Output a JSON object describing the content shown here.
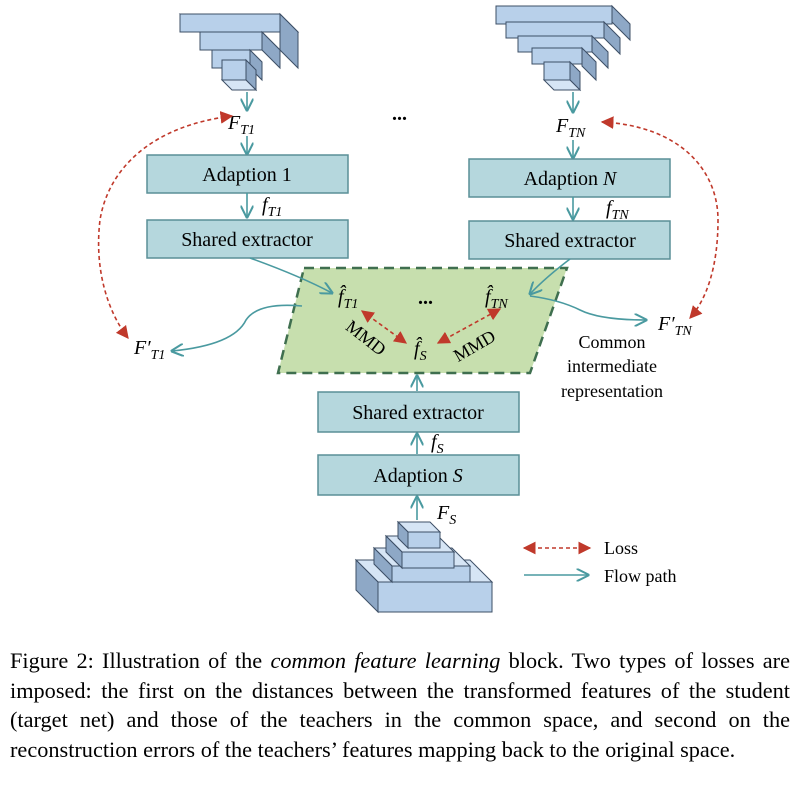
{
  "diagram": {
    "teacher1_feature": "F",
    "teacher1_feature_sub": "T1",
    "teacherN_feature": "F",
    "teacherN_feature_sub": "TN",
    "top_ellipsis": "...",
    "adaption1": "Adaption 1",
    "adaptionN_text": "Adaption ",
    "adaptionN_var": "N",
    "f_T1": "f",
    "f_T1_sub": "T1",
    "f_TN": "f",
    "f_TN_sub": "TN",
    "shared_extractor": "Shared extractor",
    "hat_fT1": "f̂",
    "hat_fT1_sub": "T1",
    "hat_fTN": "f̂",
    "hat_fTN_sub": "TN",
    "hat_fS": "f̂",
    "hat_fS_sub": "S",
    "mid_ellipsis": "...",
    "mmd_left": "MMD",
    "mmd_right": "MMD",
    "recon_T1": "F′",
    "recon_T1_sub": "T1",
    "recon_TN": "F′",
    "recon_TN_sub": "TN",
    "common_line1": "Common",
    "common_line2": "intermediate",
    "common_line3": "representation",
    "student_shared_extractor": "Shared extractor",
    "f_S": "f",
    "f_S_sub": "S",
    "adaptionS_text": "Adaption ",
    "adaptionS_var": "S",
    "F_S": "F",
    "F_S_sub": "S",
    "legend_loss": "Loss",
    "legend_flow": "Flow path"
  },
  "colors": {
    "box_fill": "#b5d7dd",
    "box_stroke": "#5a8f97",
    "arrow_flow": "#4a9aa0",
    "arrow_loss": "#c0392b",
    "common_fill": "#c7dfae",
    "common_stroke": "#3f6f4f",
    "block_front": "#b8d0ea",
    "block_top": "#d6e5f5",
    "block_side": "#8ea8c6",
    "block_stroke": "#3d4f66"
  },
  "caption": {
    "prefix": "Figure 2: Illustration of the ",
    "emph": "common feature learning",
    "rest": " block. Two types of losses are imposed: the first on the distances between the transformed features of the student (target net) and those of the teachers in the common space, and second on the reconstruction errors of the teachers’ features mapping back to the original space."
  }
}
